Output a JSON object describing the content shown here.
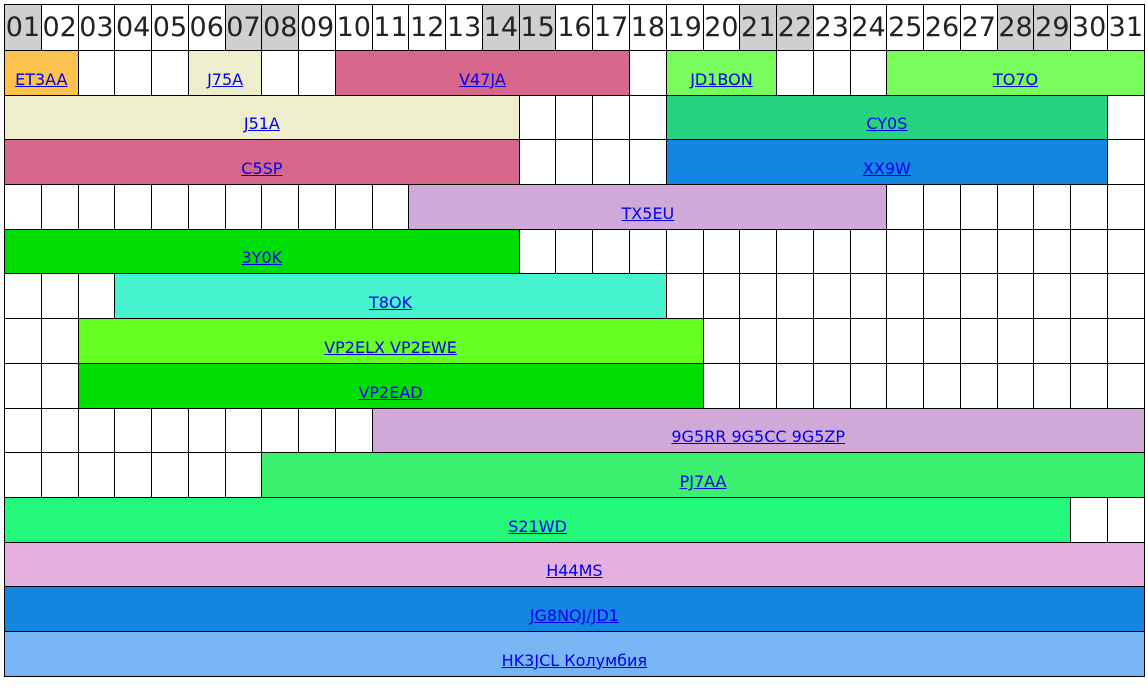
{
  "days": [
    "01",
    "02",
    "03",
    "04",
    "05",
    "06",
    "07",
    "08",
    "09",
    "10",
    "11",
    "12",
    "13",
    "14",
    "15",
    "16",
    "17",
    "18",
    "19",
    "20",
    "21",
    "22",
    "23",
    "24",
    "25",
    "26",
    "27",
    "28",
    "29",
    "30",
    "31"
  ],
  "weekend_days": [
    "01",
    "07",
    "08",
    "14",
    "15",
    "21",
    "22",
    "28",
    "29"
  ],
  "rows": [
    [
      {
        "label": "ET3AA",
        "span": 2,
        "color": "#fbc24e"
      },
      {
        "span": 3
      },
      {
        "label": "J75A",
        "span": 2,
        "color": "#eeeecc"
      },
      {
        "span": 2
      },
      {
        "label": "V47JA",
        "span": 8,
        "color": "#d6668a"
      },
      {
        "span": 1
      },
      {
        "label": "JD1BON",
        "span": 3,
        "color": "#77fc5c"
      },
      {
        "span": 3
      },
      {
        "label": "TO7O",
        "span": 7,
        "color": "#77fc5c"
      }
    ],
    [
      {
        "label": "J51A",
        "span": 14,
        "color": "#eeeecc"
      },
      {
        "span": 4
      },
      {
        "label": "CY0S",
        "span": 12,
        "color": "#26d47f"
      },
      {
        "span": 1
      }
    ],
    [
      {
        "label": "C5SP",
        "span": 14,
        "color": "#d6668a"
      },
      {
        "span": 4
      },
      {
        "label": "XX9W",
        "span": 12,
        "color": "#1485e3"
      },
      {
        "span": 1
      }
    ],
    [
      {
        "span": 11
      },
      {
        "label": "TX5EU",
        "span": 13,
        "color": "#d0a9d8"
      },
      {
        "span": 7
      }
    ],
    [
      {
        "label": "3Y0K",
        "span": 14,
        "color": "#00dd00"
      },
      {
        "span": 17
      }
    ],
    [
      {
        "span": 3
      },
      {
        "label": "T8OK",
        "span": 15,
        "color": "#46f4d0"
      },
      {
        "span": 13
      }
    ],
    [
      {
        "span": 2
      },
      {
        "label": "VP2ELX VP2EWE",
        "span": 17,
        "color": "#66ff22"
      },
      {
        "span": 12
      }
    ],
    [
      {
        "span": 2
      },
      {
        "label": "VP2EAD",
        "span": 17,
        "color": "#00dd00"
      },
      {
        "span": 12
      }
    ],
    [
      {
        "span": 10
      },
      {
        "label": "9G5RR 9G5CC 9G5ZP",
        "span": 21,
        "color": "#d0a9d8"
      }
    ],
    [
      {
        "span": 7
      },
      {
        "label": "PJ7AA",
        "span": 24,
        "color": "#3def6f"
      }
    ],
    [
      {
        "label": "S21WD",
        "span": 29,
        "color": "#24f87a"
      },
      {
        "span": 2
      }
    ],
    [
      {
        "label": "H44MS",
        "span": 31,
        "color": "#e3b0df"
      }
    ],
    [
      {
        "label": "JG8NQJ/JD1",
        "span": 31,
        "color": "#1486e1"
      }
    ],
    [
      {
        "label": "HK3JCL Колумбия",
        "span": 31,
        "color": "#77b5f5"
      }
    ]
  ]
}
